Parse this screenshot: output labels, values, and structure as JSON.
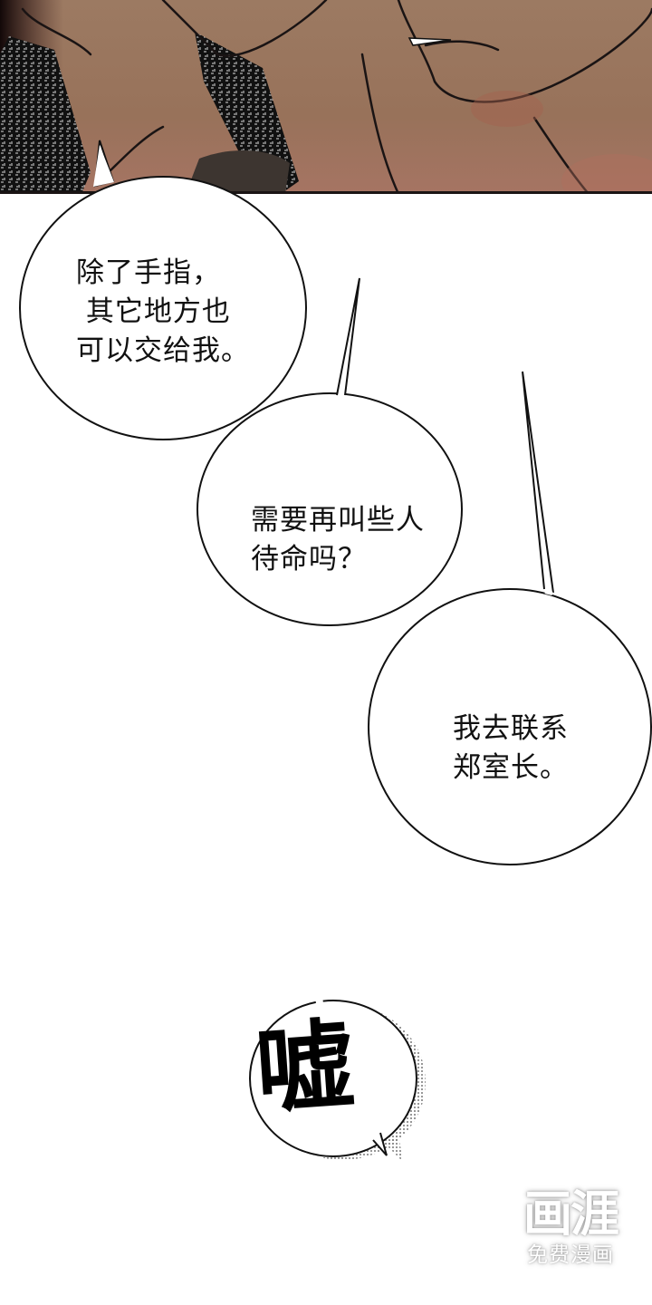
{
  "comic": {
    "panel": {
      "description": "close-up of two shirtless men, chin and neck detail",
      "colors": {
        "skin": "#9c7a62",
        "shadow": "#1a1414",
        "accent": "#a67463"
      }
    },
    "bubbles": [
      {
        "id": "bubble-1",
        "lines": [
          "除了手指，",
          " 其它地方也",
          "可以交给我。"
        ]
      },
      {
        "id": "bubble-2",
        "lines": [
          "需要再叫些人",
          "待命吗？"
        ]
      },
      {
        "id": "bubble-3",
        "lines": [
          "我去联系",
          "郑室长。"
        ]
      }
    ],
    "sound_effect": {
      "text": "嘘"
    }
  },
  "watermark": {
    "logo": "画涯",
    "subtitle": "免费漫画"
  },
  "text": {
    "b1": "除了手指，\n 其它地方也\n可以交给我。",
    "b2": "需要再叫些人\n待命吗？",
    "b3": "我去联系\n郑室长。"
  }
}
